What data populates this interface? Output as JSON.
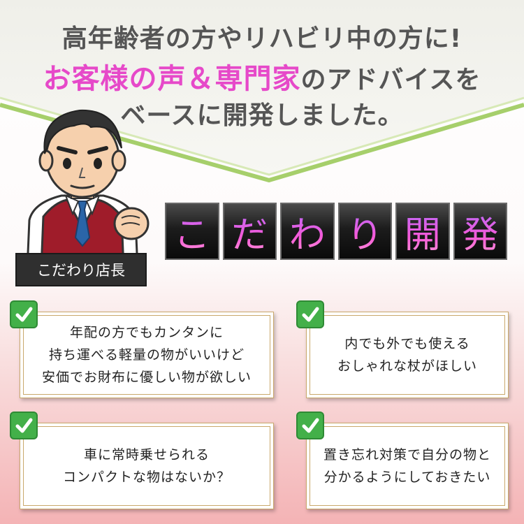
{
  "headline": {
    "line1": "高年齢者の方やリハビリ中の方に!",
    "line2_accent": "お客様の声＆専門家",
    "line2_rest": "のアドバイスを",
    "line3": "ベースに開発しました。"
  },
  "manager": {
    "label": "こだわり店長"
  },
  "title_chars": [
    "こ",
    "だ",
    "わ",
    "り",
    "開",
    "発"
  ],
  "cards": [
    {
      "lines": [
        "年配の方でもカンタンに",
        "持ち運べる軽量の物がいいけど",
        "安価でお財布に優しい物が欲しい"
      ]
    },
    {
      "lines": [
        "内でも外でも使える",
        "おしゃれな杖がほしい"
      ]
    },
    {
      "lines": [
        "車に常時乗せられる",
        "コンパクトな物はないか？"
      ]
    },
    {
      "lines": [
        "置き忘れ対策で自分の物と",
        "分かるようにしておきたい"
      ]
    }
  ],
  "colors": {
    "accent": "#e649c9",
    "headline_text": "#555555",
    "banner_green": "#a6cf6b",
    "check_green": "#43b049",
    "card_border": "#c9a86b"
  },
  "icons": {
    "check": "check-icon"
  }
}
